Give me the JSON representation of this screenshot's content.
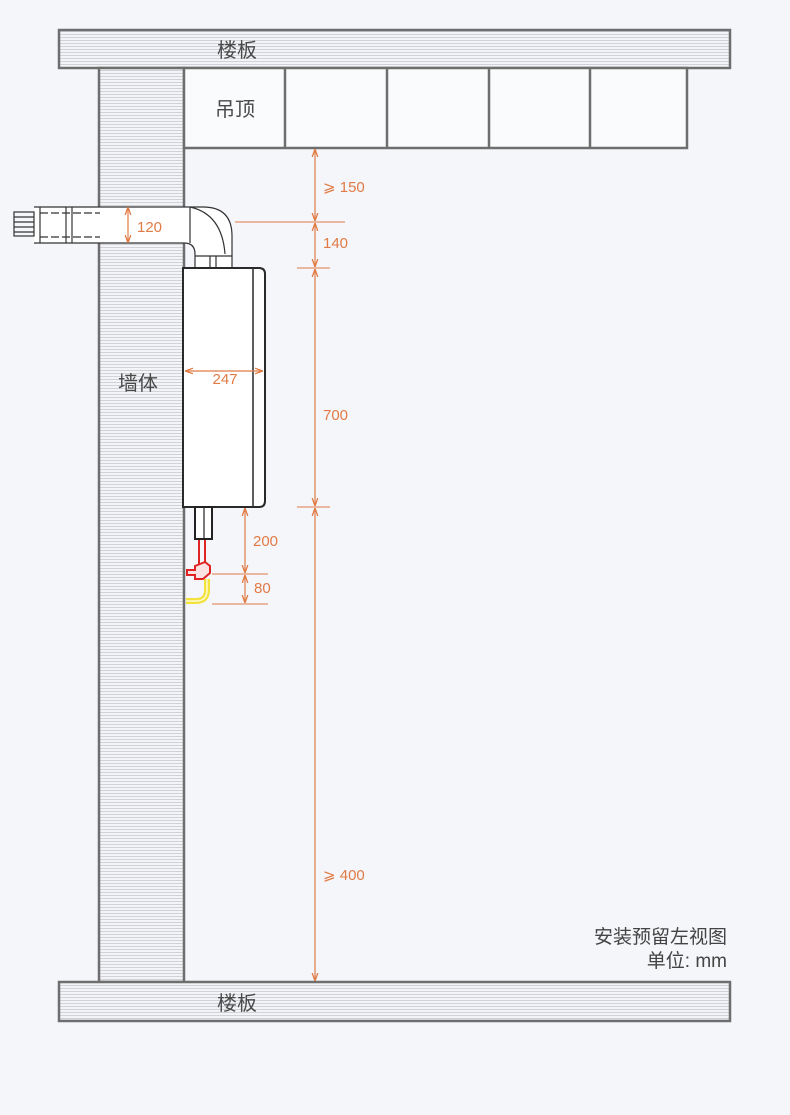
{
  "labels": {
    "floor_top": "楼板",
    "ceiling": "吊顶",
    "wall": "墙体",
    "floor_bottom": "楼板"
  },
  "dimensions": {
    "ceiling_clearance": "⩾ 150",
    "flue_offset": "140",
    "flue_diameter": "120",
    "heater_depth": "247",
    "heater_height": "700",
    "pipe_drop": "200",
    "pipe_bend": "80",
    "floor_clearance": "⩾ 400"
  },
  "caption": {
    "title": "安装预留左视图",
    "unit": "单位: mm"
  },
  "colors": {
    "dimension": "#e07b45",
    "hot_pipe": "#e02424",
    "gas_pipe": "#f2e23b",
    "structure_stroke": "#6e6e6e"
  }
}
